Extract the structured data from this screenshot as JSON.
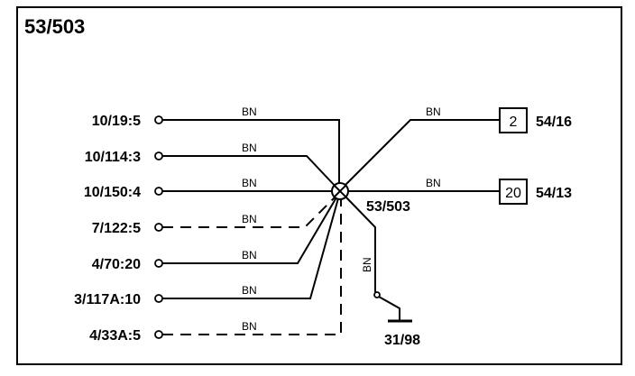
{
  "diagram": {
    "title": "53/503",
    "splice_label": "53/503",
    "wire_color": "BN",
    "ground_label": "31/98",
    "left_connections": [
      {
        "label": "10/19:5",
        "wire": "BN",
        "dashed": false
      },
      {
        "label": "10/114:3",
        "wire": "BN",
        "dashed": false
      },
      {
        "label": "10/150:4",
        "wire": "BN",
        "dashed": false
      },
      {
        "label": "7/122:5",
        "wire": "BN",
        "dashed": true
      },
      {
        "label": "4/70:20",
        "wire": "BN",
        "dashed": false
      },
      {
        "label": "3/117A:10",
        "wire": "BN",
        "dashed": false
      },
      {
        "label": "4/33A:5",
        "wire": "BN",
        "dashed": true
      }
    ],
    "right_connections": [
      {
        "pin": "2",
        "label": "54/16",
        "wire": "BN"
      },
      {
        "pin": "20",
        "label": "54/13",
        "wire": "BN"
      }
    ],
    "ground_wire": "BN"
  }
}
